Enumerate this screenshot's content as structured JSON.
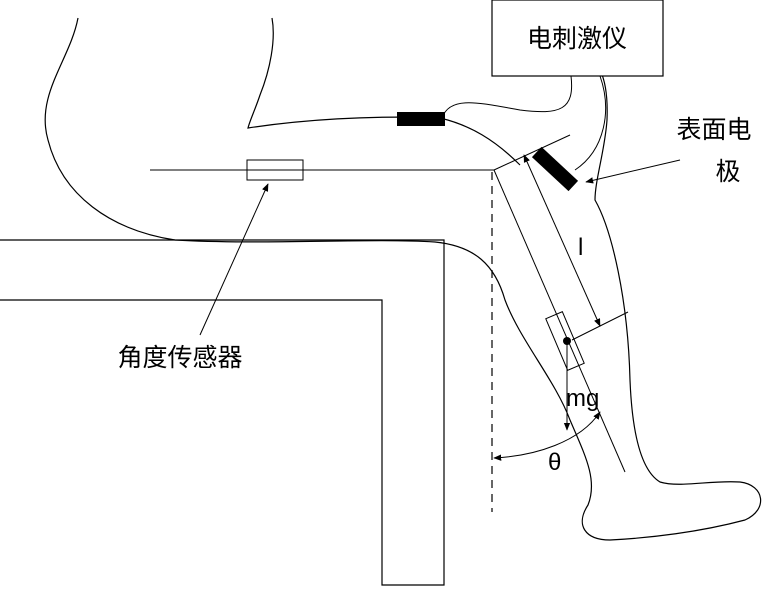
{
  "labels": {
    "stimulator": "电刺激仪",
    "surface_electrode_line1": "表面电",
    "surface_electrode_line2": "极",
    "angle_sensor": "角度传感器",
    "length_symbol": "l",
    "weight_symbol": "mg",
    "angle_symbol": "θ"
  }
}
